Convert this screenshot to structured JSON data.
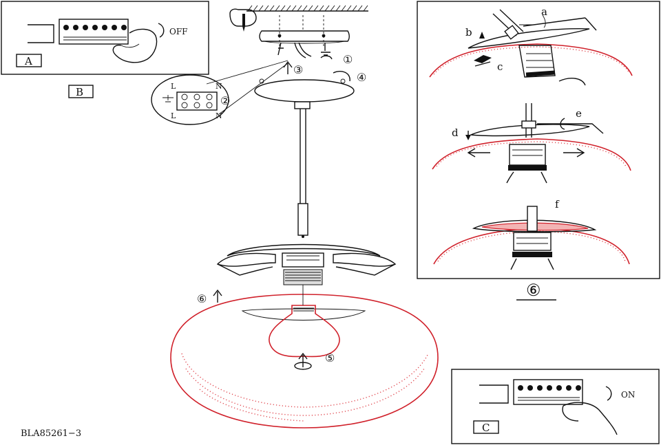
{
  "labels": {
    "panel_a": "A",
    "panel_b": "B",
    "panel_c": "C",
    "switch_off": "OFF",
    "switch_on": "ON",
    "step1": "①",
    "step2": "②",
    "step3": "③",
    "step4": "④",
    "step5": "⑤",
    "step6": "⑥",
    "step6_title": "⑥",
    "terminal_l_top": "L",
    "terminal_n_top": "N",
    "terminal_l_bottom": "L",
    "terminal_n_bottom": "N",
    "detail_a": "a",
    "detail_b": "b",
    "detail_c": "c",
    "detail_d": "d",
    "detail_e": "e",
    "detail_f": "f",
    "model_code": "BLA85261−3"
  },
  "colors": {
    "line": "#111111",
    "accent_red": "#d0202a"
  }
}
